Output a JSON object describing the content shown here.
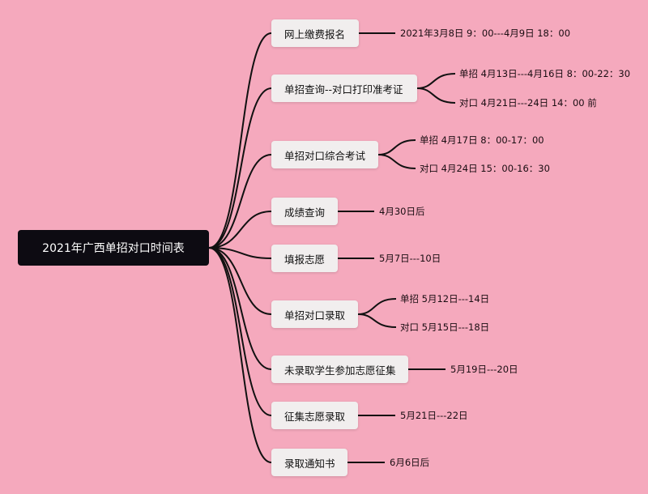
{
  "root": {
    "label": "2021年广西单招对口时间表"
  },
  "branches": [
    {
      "label": "网上缴费报名",
      "leaves": [
        "2021年3月8日  9：00---4月9日  18：00"
      ]
    },
    {
      "label": "单招查询--对口打印准考证",
      "leaves": [
        "单招  4月13日---4月16日  8：00-22：30",
        "对口  4月21日---24日  14：00 前"
      ]
    },
    {
      "label": "单招对口综合考试",
      "leaves": [
        "单招  4月17日  8：00-17：00",
        "对口  4月24日  15：00-16：30"
      ]
    },
    {
      "label": "成绩查询",
      "leaves": [
        "4月30日后"
      ]
    },
    {
      "label": "填报志愿",
      "leaves": [
        "5月7日---10日"
      ]
    },
    {
      "label": "单招对口录取",
      "leaves": [
        "单招  5月12日---14日",
        "对口  5月15日---18日"
      ]
    },
    {
      "label": "未录取学生参加志愿征集",
      "leaves": [
        "5月19日---20日"
      ]
    },
    {
      "label": "征集志愿录取",
      "leaves": [
        "5月21日---22日"
      ]
    },
    {
      "label": "录取通知书",
      "leaves": [
        "6月6日后"
      ]
    }
  ]
}
